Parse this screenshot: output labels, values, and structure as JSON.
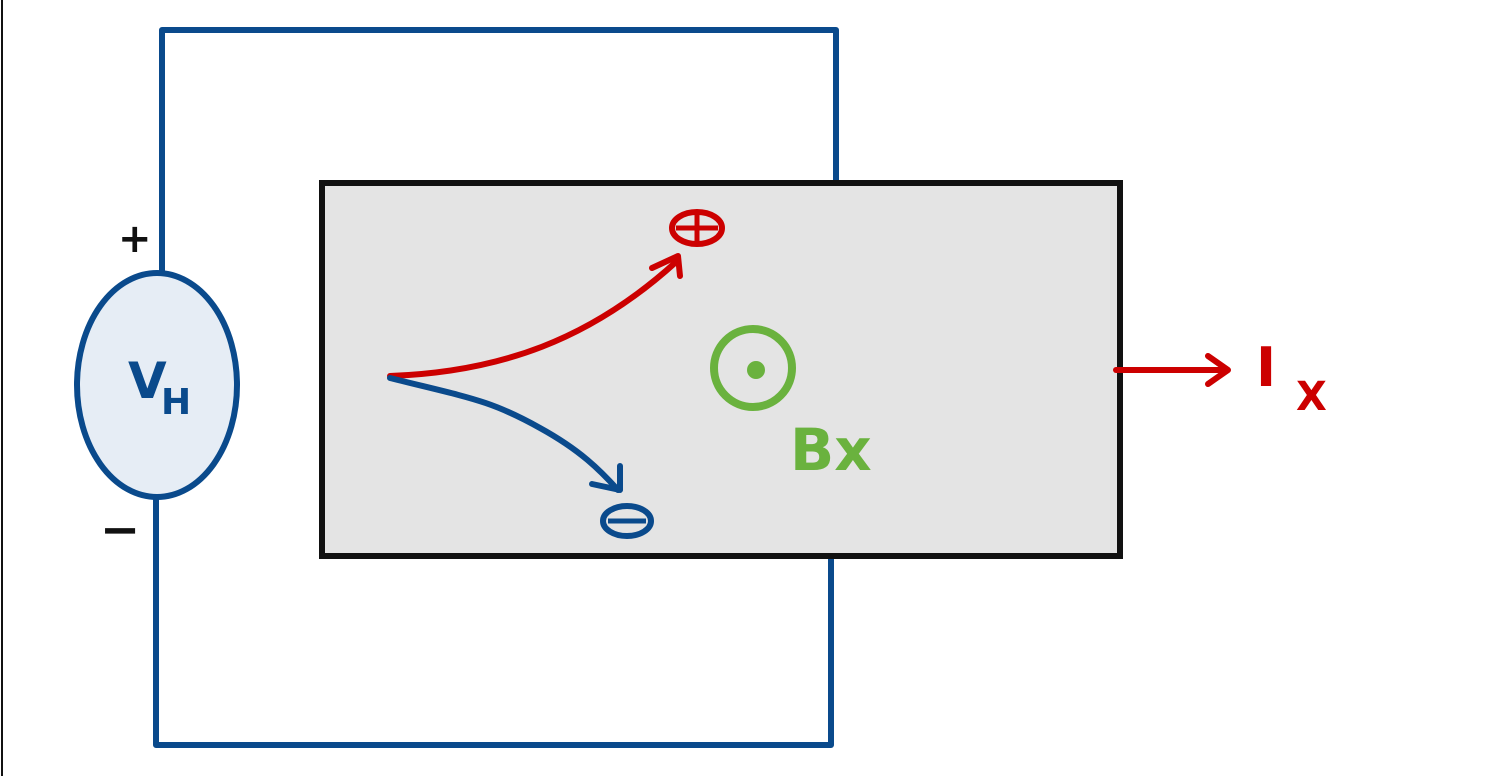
{
  "colors": {
    "wire": "#0a4a8c",
    "positive": "#cc0000",
    "negative": "#0a4a8c",
    "field": "#6ab23e",
    "current": "#cc0000",
    "slab_fill": "#e4e4e4",
    "slab_border": "#111111",
    "meter_fill": "#e6edf5",
    "terminal_text": "#111111"
  },
  "voltmeter": {
    "main": "V",
    "subscript": "H",
    "plus_label": "+",
    "minus_label": "−"
  },
  "field": {
    "symbol": "dot-in-circle",
    "label": "Bx"
  },
  "current": {
    "main": "I",
    "subscript": "X"
  },
  "positive_charge": {
    "symbol": "plus-in-circle"
  },
  "negative_charge": {
    "symbol": "minus-in-circle"
  }
}
